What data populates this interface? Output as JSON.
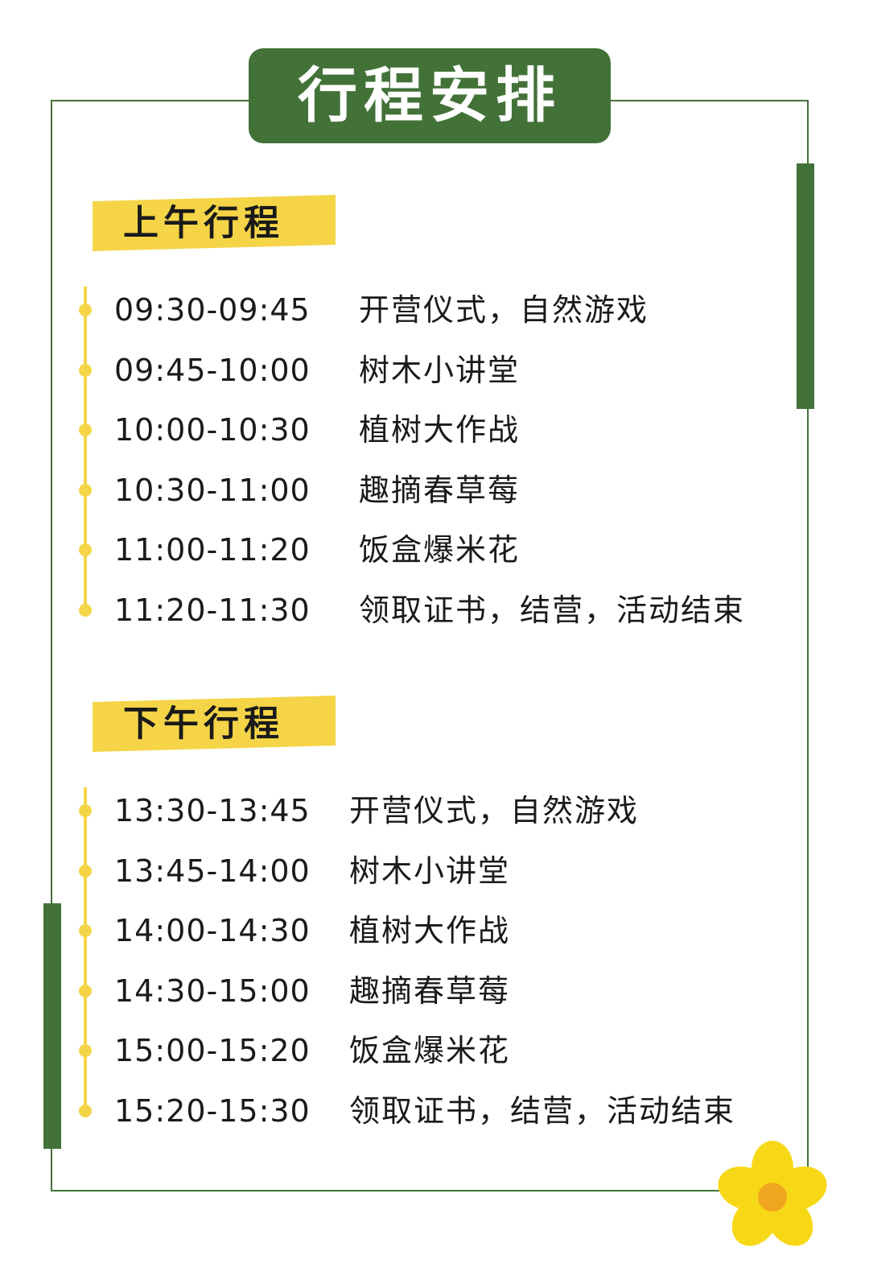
{
  "title": "行程安排",
  "morning": {
    "label": "上午行程",
    "items": [
      {
        "time": "09:30-09:45",
        "activity": "开营仪式，自然游戏"
      },
      {
        "time": "09:45-10:00",
        "activity": "树木小讲堂"
      },
      {
        "time": "10:00-10:30",
        "activity": "植树大作战"
      },
      {
        "time": "10:30-11:00",
        "activity": "趣摘春草莓"
      },
      {
        "time": "11:00-11:20",
        "activity": "饭盒爆米花"
      },
      {
        "time": "11:20-11:30",
        "activity": "领取证书，结营，活动结束"
      }
    ]
  },
  "afternoon": {
    "label": "下午行程",
    "items": [
      {
        "time": "13:30-13:45",
        "activity": "开营仪式，自然游戏"
      },
      {
        "time": "13:45-14:00",
        "activity": "树木小讲堂"
      },
      {
        "time": "14:00-14:30",
        "activity": "植树大作战"
      },
      {
        "time": "14:30-15:00",
        "activity": "趣摘春草莓"
      },
      {
        "time": "15:00-15:20",
        "activity": "饭盒爆米花"
      },
      {
        "time": "15:20-15:30",
        "activity": "领取证书，结营，活动结束"
      }
    ]
  },
  "colors": {
    "primary_green": "#437238",
    "accent_yellow": "#f5d547",
    "flower_center": "#f0a51f"
  },
  "icons": {
    "decoration": "flower-icon"
  }
}
